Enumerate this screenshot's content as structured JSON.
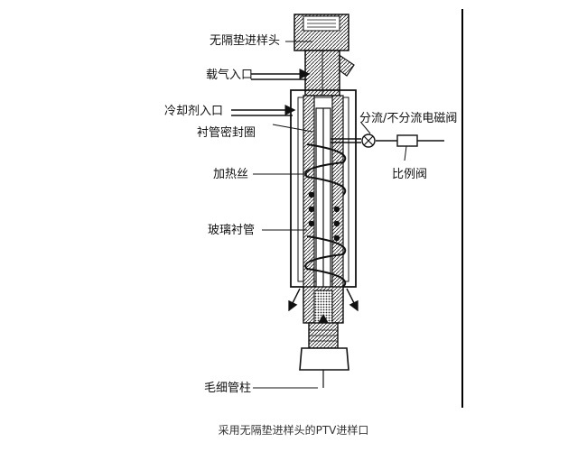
{
  "labels": {
    "septumless_head": "无隔垫进样头",
    "carrier_gas_inlet": "载气入口",
    "coolant_inlet": "冷却剂入口",
    "liner_seal": "衬管密封圈",
    "split_valve": "分流/不分流电磁阀",
    "proportional_valve": "比例阀",
    "heating_wire": "加热丝",
    "glass_liner": "玻璃衬管",
    "capillary_column": "毛细管柱"
  },
  "caption": "采用无隔垫进样头的PTV进样口",
  "colors": {
    "ink": "#111111",
    "background": "#ffffff"
  }
}
